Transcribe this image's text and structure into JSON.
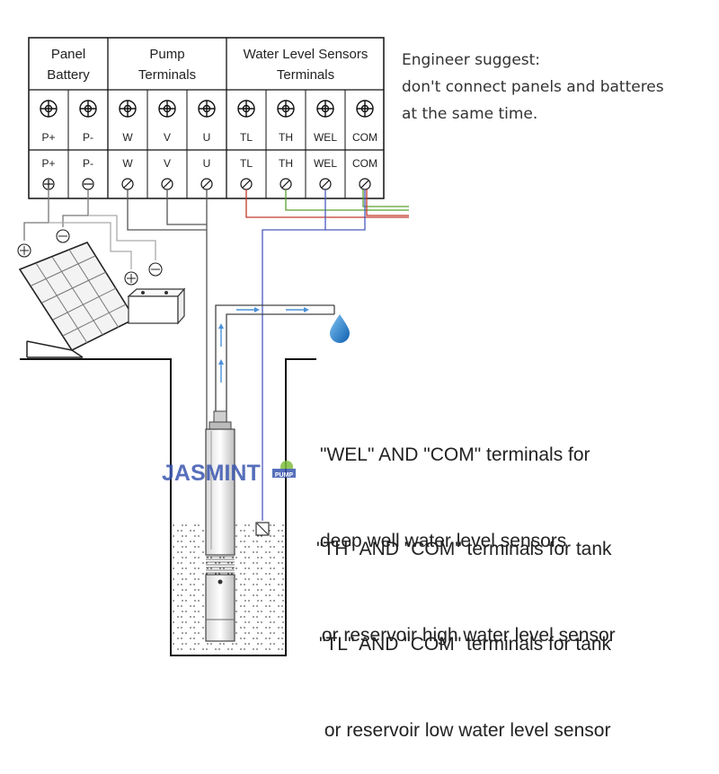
{
  "terminal_block": {
    "headers": [
      {
        "line1": "Panel",
        "line2": "Battery"
      },
      {
        "line1": "Pump",
        "line2": "Terminals"
      },
      {
        "line1": "Water Level Sensors",
        "line2": "Terminals"
      }
    ],
    "top_labels": [
      "P+",
      "P-",
      "W",
      "V",
      "U",
      "TL",
      "TH",
      "WEL",
      "COM"
    ],
    "bottom_labels": [
      "P+",
      "P-",
      "W",
      "V",
      "U",
      "TL",
      "TH",
      "WEL",
      "COM"
    ]
  },
  "engineer_note": {
    "line1": "Engineer suggest:",
    "line2": "don't connect panels and batteres",
    "line3": "at the same time."
  },
  "descriptions": [
    {
      "line1": "\"WEL\" AND \"COM\" terminals for",
      "line2": "deep well water level sensors"
    },
    {
      "line1": "\"TH\" AND \"COM\" terminals for tank",
      "line2": " or reservoir high water level sensor"
    },
    {
      "line1": "\"TL\" AND \"COM\" terminals for tank",
      "line2": " or reservoir low water level sensor"
    }
  ],
  "watermark": {
    "brand": "JASMINT",
    "sub": "PUMP"
  },
  "colors": {
    "wire_red": "#c0392b",
    "wire_green": "#5aa02c",
    "wire_blue": "#4a5bbf",
    "wire_gray": "#888888",
    "water_drop": "#1e78c8",
    "flow_arrow": "#4a90d9",
    "watermark": "#3a56b0"
  },
  "icons": [
    "plus-screw-icon",
    "slot-screw-icon",
    "solar-panel-icon",
    "battery-icon",
    "water-drop-icon",
    "pump-icon",
    "level-sensor-icon"
  ]
}
